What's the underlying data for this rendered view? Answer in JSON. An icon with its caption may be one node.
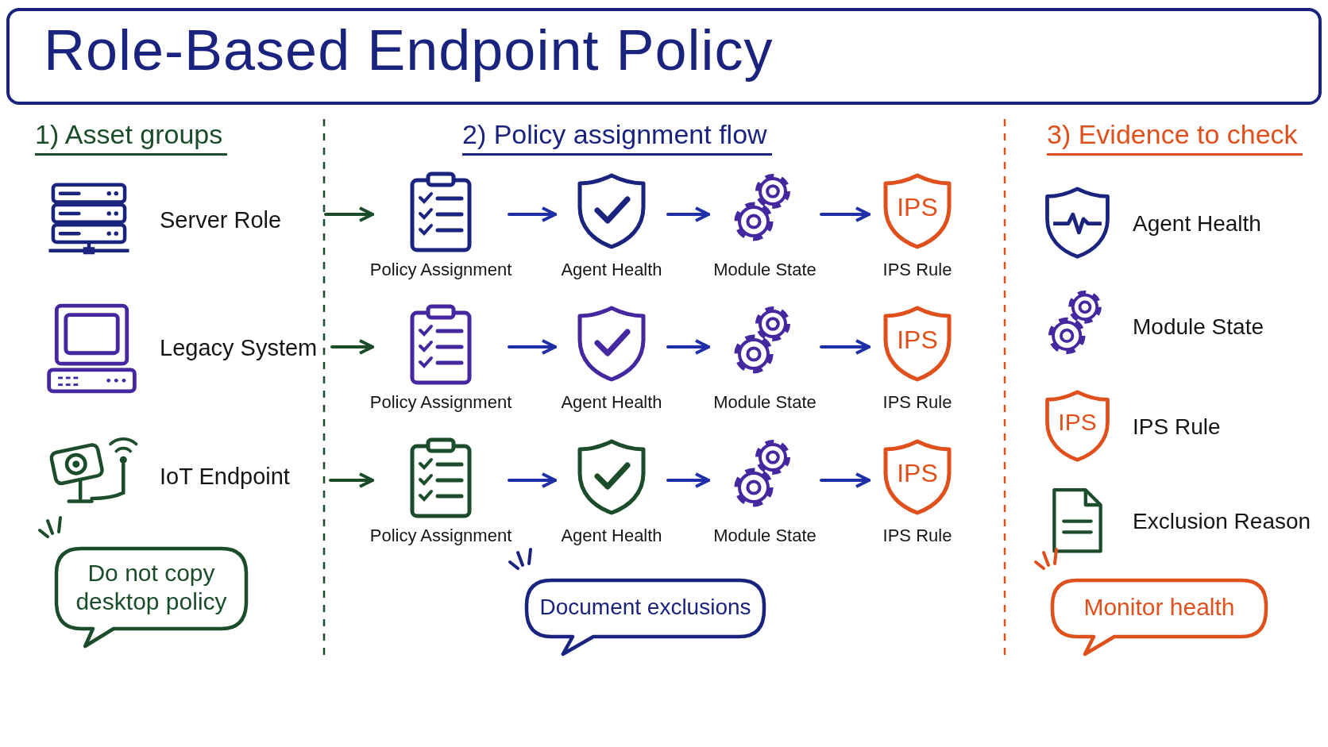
{
  "diagram": {
    "title": "Role-Based Endpoint Policy",
    "nodes": [
      {
        "text": [
          "Server Role"
        ]
      },
      {
        "text": [
          "Legacy System"
        ]
      },
      {
        "text": [
          "IoT Endpoint"
        ]
      },
      {
        "text": [
          "Do not copy desktop policy"
        ]
      },
      {
        "text": [
          "Policy Assignment"
        ]
      },
      {
        "text": [
          "Agent Health"
        ]
      },
      {
        "text": [
          "Module State"
        ]
      },
      {
        "text": [
          "IPS",
          "IPS Rule"
        ]
      },
      {
        "text": [
          "Policy Assignment"
        ]
      },
      {
        "text": [
          "Agent Health"
        ]
      },
      {
        "text": [
          "Module State"
        ]
      },
      {
        "text": [
          "IPS",
          "IPS Rule"
        ]
      },
      {
        "text": [
          "Policy Assignment"
        ]
      },
      {
        "text": [
          "Agent Health"
        ]
      },
      {
        "text": [
          "Module State"
        ]
      },
      {
        "text": [
          "IPS",
          "IPS Rule"
        ]
      },
      {
        "text": [
          "Document exclusions"
        ]
      },
      {
        "text": [
          "Agent Health"
        ]
      },
      {
        "text": [
          "Module State"
        ]
      },
      {
        "text": [
          "IPS",
          "IPS Rule"
        ]
      },
      {
        "text": [
          "Exclusion Reason"
        ]
      },
      {
        "text": [
          "Monitor health"
        ]
      }
    ],
    "edges": [
      {
        "from": 0,
        "to": 4,
        "arrow": "to",
        "color": "#1b4d2a"
      },
      {
        "from": 4,
        "to": 5,
        "arrow": "to"
      },
      {
        "from": 5,
        "to": 6,
        "arrow": "to"
      },
      {
        "from": 6,
        "to": 7,
        "arrow": "to"
      },
      {
        "from": 1,
        "to": 8,
        "arrow": "to",
        "color": "#1b4d2a"
      },
      {
        "from": 8,
        "to": 9,
        "arrow": "to"
      },
      {
        "from": 9,
        "to": 10,
        "arrow": "to"
      },
      {
        "from": 10,
        "to": 11,
        "arrow": "to"
      },
      {
        "from": 2,
        "to": 12,
        "arrow": "to",
        "color": "#1b4d2a"
      },
      {
        "from": 12,
        "to": 13,
        "arrow": "to"
      },
      {
        "from": 13,
        "to": 14,
        "arrow": "to"
      },
      {
        "from": 14,
        "to": 15,
        "arrow": "to"
      }
    ],
    "labels": [
      "1) Asset groups",
      "2) Policy assignment flow",
      "3) Evidence to check"
    ]
  }
}
